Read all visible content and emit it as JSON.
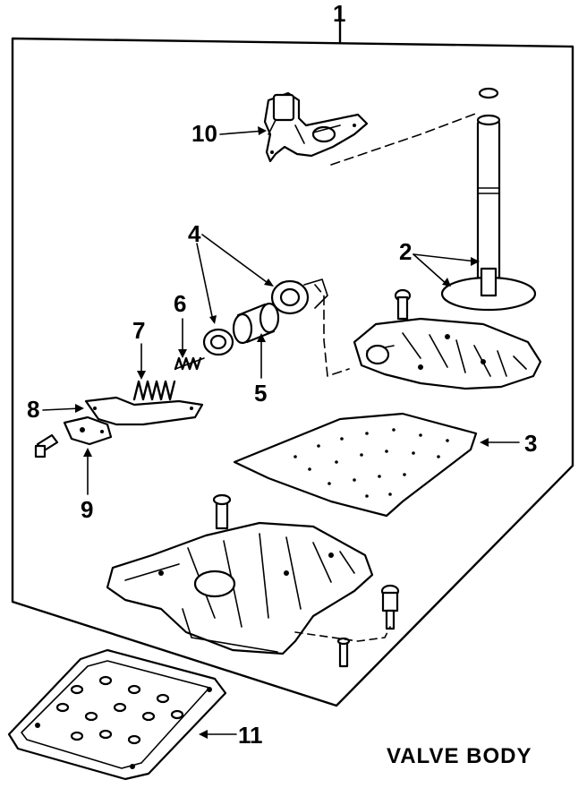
{
  "title": "VALVE BODY",
  "callouts": {
    "c1": "1",
    "c2": "2",
    "c3": "3",
    "c4": "4",
    "c5": "5",
    "c6": "6",
    "c7": "7",
    "c8": "8",
    "c9": "9",
    "c10": "10",
    "c11": "11"
  }
}
